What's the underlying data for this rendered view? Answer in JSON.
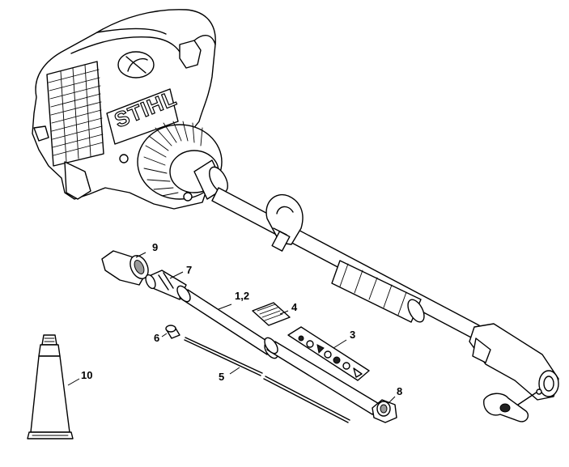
{
  "diagram": {
    "brand_text": "STIHL",
    "parts": [
      {
        "id": "p9",
        "label": "9"
      },
      {
        "id": "p7",
        "label": "7"
      },
      {
        "id": "p12",
        "label": "1,2"
      },
      {
        "id": "p4",
        "label": "4"
      },
      {
        "id": "p3",
        "label": "3"
      },
      {
        "id": "p6",
        "label": "6"
      },
      {
        "id": "p5",
        "label": "5"
      },
      {
        "id": "p8",
        "label": "8"
      },
      {
        "id": "p10",
        "label": "10"
      }
    ]
  }
}
